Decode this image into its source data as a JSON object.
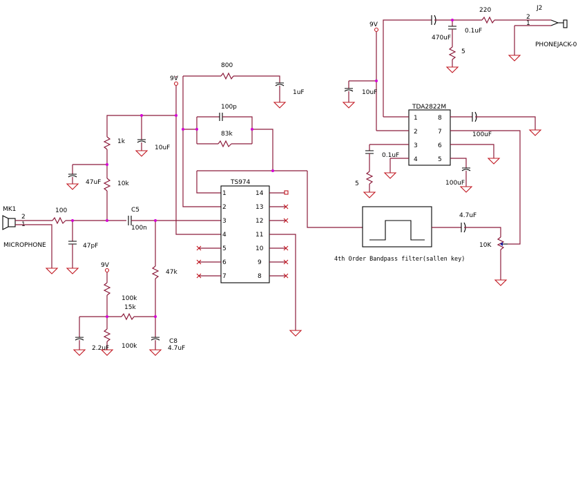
{
  "power": {
    "nine_volt": "9V"
  },
  "microphone": {
    "ref": "MK1",
    "name": "MICROPHONE",
    "pin2": "2",
    "pin1": "1"
  },
  "jack": {
    "ref": "J2",
    "name": "PHONEJACK-0",
    "pin2": "2",
    "pin1": "1"
  },
  "resistors": {
    "r100": "100",
    "r1k": "1k",
    "r10k": "10k",
    "r800": "800",
    "r83k": "83k",
    "r47k": "47k",
    "r100k_top": "100k",
    "r15k": "15k",
    "r100k_bottom": "100k",
    "r220": "220",
    "r5_out": "5",
    "r5_amp": "5",
    "pot": "10K"
  },
  "capacitors": {
    "c47pf": "47pF",
    "c5_ref": "C5",
    "c5_val": "100n",
    "c1uf": "1uF",
    "c10uf_left": "10uF",
    "c47uf": "47uF",
    "c100p": "100p",
    "c22uf": "2.2uF",
    "c8_ref": "C8",
    "c8_val": "4.7uF",
    "c10uf_right": "10uF",
    "c01uf_amp": "0.1uF",
    "c100uf_out": "100uF",
    "c100uf_pin5": "100uF",
    "c470uf": "470uF",
    "c01uf_out": "0.1uF",
    "c47uf_filter": "4.7uF"
  },
  "ts974": {
    "name": "TS974",
    "pins": [
      "1",
      "2",
      "3",
      "4",
      "5",
      "6",
      "7",
      "8",
      "9",
      "10",
      "11",
      "12",
      "13",
      "14"
    ]
  },
  "tda": {
    "name": "TDA2822M",
    "pins": [
      "1",
      "2",
      "3",
      "4",
      "5",
      "6",
      "7",
      "8"
    ]
  },
  "filter": {
    "label": "4th Order Bandpass filter(sallen key)"
  }
}
